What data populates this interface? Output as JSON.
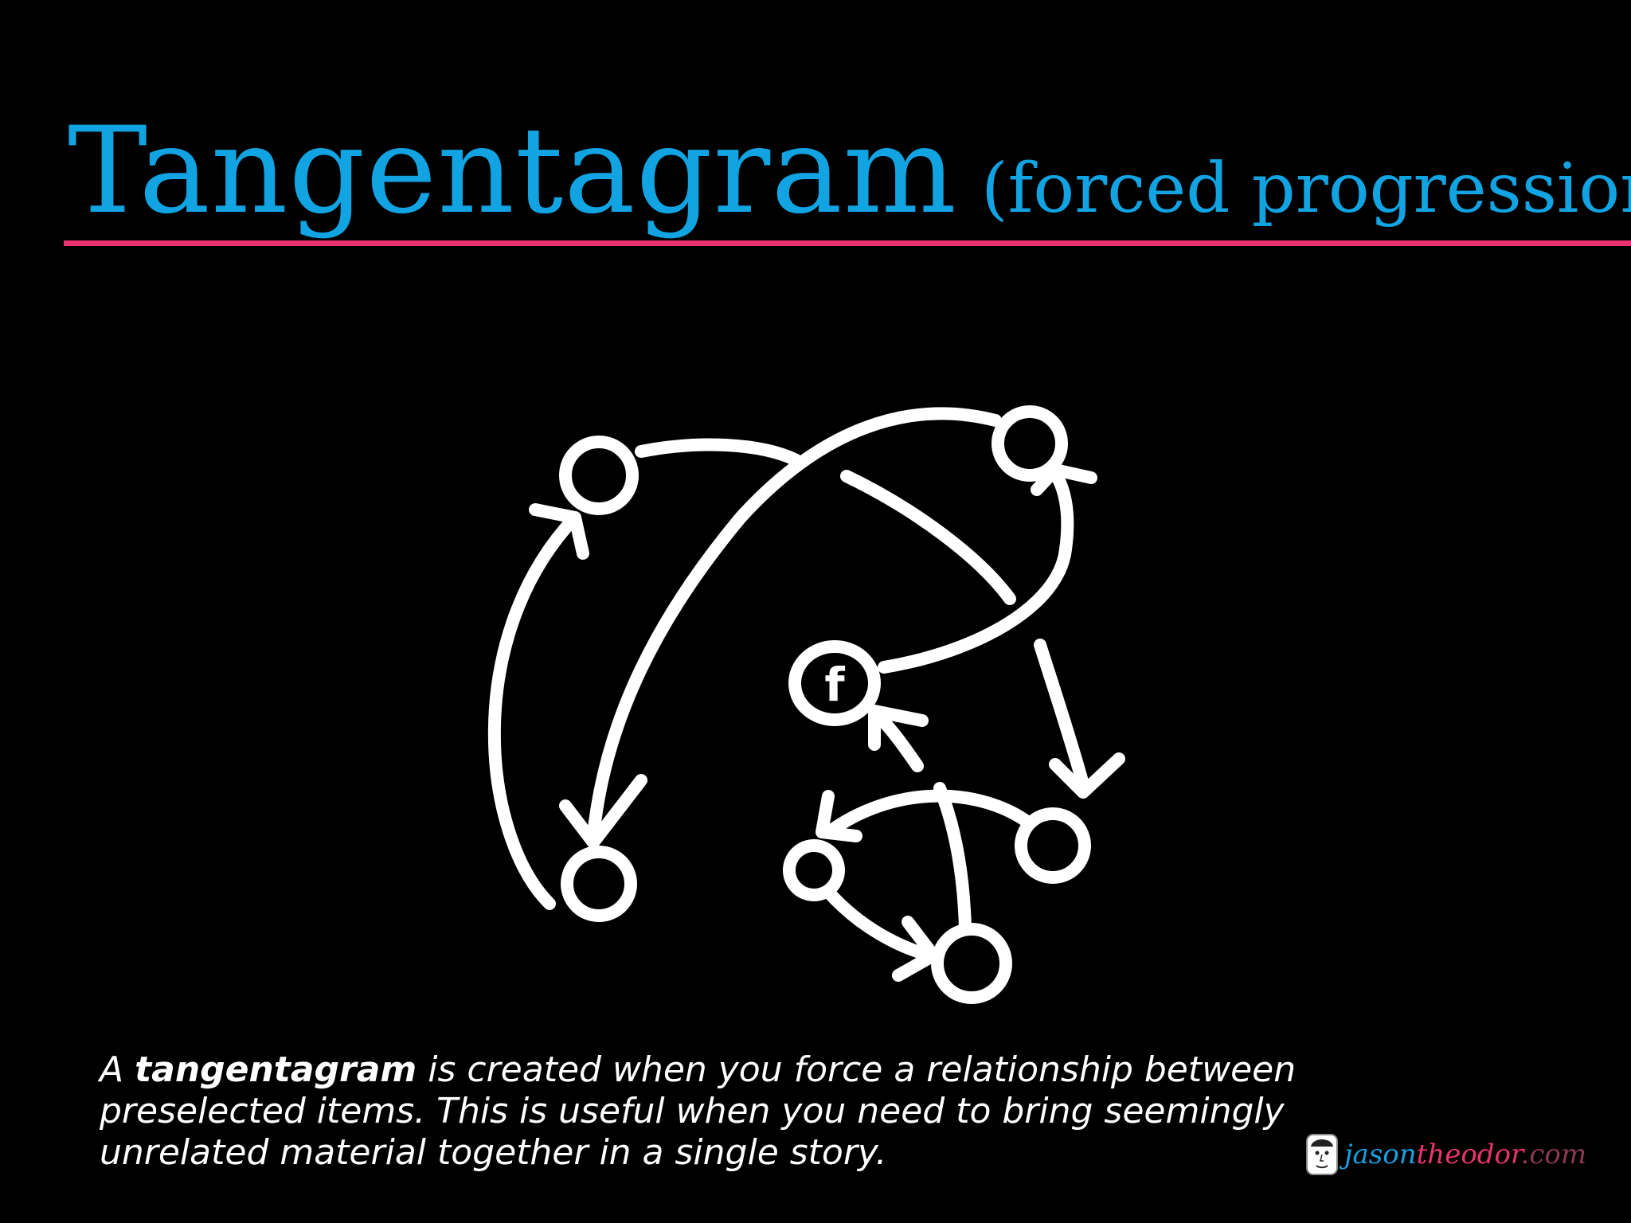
{
  "slide": {
    "title": "Tangentagram",
    "subtitle": "(forced progression)",
    "colors": {
      "background": "#000000",
      "title": "#12a3e2",
      "rule": "#e8336e",
      "chalk": "#ffffff"
    }
  },
  "diagram": {
    "center_node_label": "f"
  },
  "caption": {
    "lead": "A ",
    "term": "tangentagram",
    "rest": " is created when you force a relationship between preselected items. This is useful when you need to bring seemingly unrelated material together in a single story."
  },
  "brand": {
    "icon": "face-sketch-icon",
    "part1": "jason",
    "part2": "theodor",
    "part3": ".com",
    "colors": {
      "part1": "#1a9fe0",
      "part2": "#e8336e",
      "part3": "#8a3a55"
    }
  }
}
